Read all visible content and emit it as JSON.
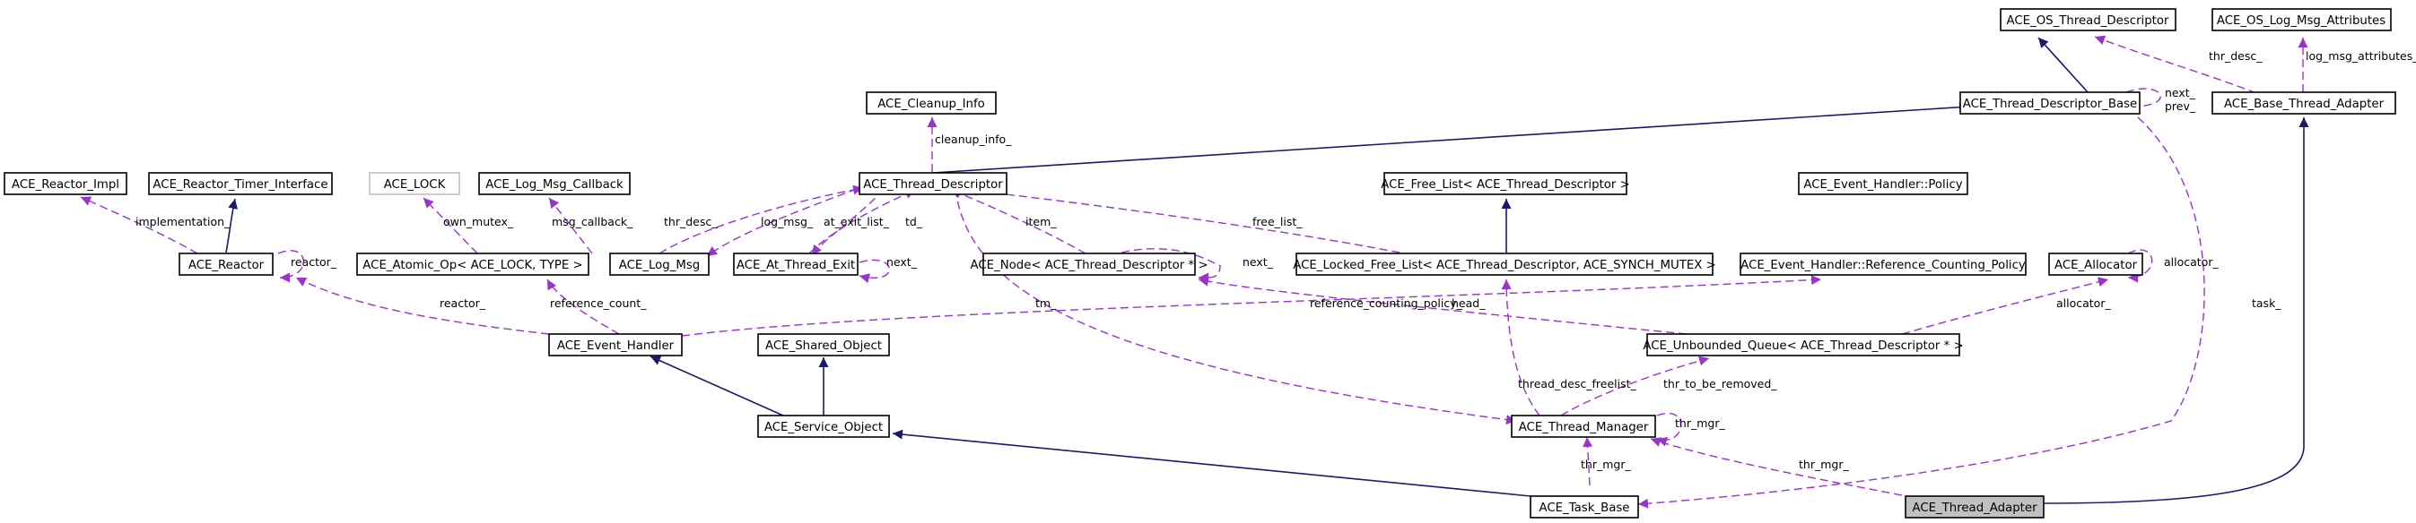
{
  "nodes": {
    "os_thread_descriptor": "ACE_OS_Thread_Descriptor",
    "os_log_msg_attributes": "ACE_OS_Log_Msg_Attributes",
    "thread_descriptor_base": "ACE_Thread_Descriptor_Base",
    "base_thread_adapter": "ACE_Base_Thread_Adapter",
    "cleanup_info": "ACE_Cleanup_Info",
    "reactor_impl": "ACE_Reactor_Impl",
    "reactor_timer_interface": "ACE_Reactor_Timer_Interface",
    "ace_lock": "ACE_LOCK",
    "log_msg_callback": "ACE_Log_Msg_Callback",
    "thread_descriptor": "ACE_Thread_Descriptor",
    "free_list": "ACE_Free_List< ACE_Thread_Descriptor >",
    "event_handler_policy": "ACE_Event_Handler::Policy",
    "reactor": "ACE_Reactor",
    "atomic_op": "ACE_Atomic_Op< ACE_LOCK, TYPE >",
    "log_msg": "ACE_Log_Msg",
    "at_thread_exit": "ACE_At_Thread_Exit",
    "node_thread_descriptor": "ACE_Node< ACE_Thread_Descriptor * >",
    "locked_free_list": "ACE_Locked_Free_List< ACE_Thread_Descriptor, ACE_SYNCH_MUTEX >",
    "reference_counting_policy": "ACE_Event_Handler::Reference_Counting_Policy",
    "allocator": "ACE_Allocator",
    "event_handler": "ACE_Event_Handler",
    "shared_object": "ACE_Shared_Object",
    "unbounded_queue": "ACE_Unbounded_Queue< ACE_Thread_Descriptor * >",
    "service_object": "ACE_Service_Object",
    "thread_manager": "ACE_Thread_Manager",
    "task_base": "ACE_Task_Base",
    "thread_adapter": "ACE_Thread_Adapter"
  },
  "edge_labels": {
    "thr_desc_top": "thr_desc_",
    "log_msg_attributes": "log_msg_attributes_",
    "next": "next_",
    "prev": "prev_",
    "cleanup_info": "cleanup_info_",
    "implementation": "implementation_",
    "reactor_self": "reactor_",
    "own_mutex": "own_mutex_",
    "msg_callback": "msg_callback_",
    "thr_desc": "thr_desc_",
    "log_msg": "log_msg_",
    "at_exit_list": "at_exit_list_",
    "td": "td_",
    "item": "item_",
    "free_list": "free_list_",
    "task": "task_",
    "next_exit": "next_",
    "next_node": "next_",
    "allocator_self": "allocator_",
    "reactor": "reactor_",
    "reference_count": "reference_count_",
    "tm": "tm_",
    "reference_counting_policy": "reference_counting_policy_",
    "head": "head_",
    "thread_desc_freelist": "thread_desc_freelist_",
    "allocator": "allocator_",
    "thr_to_be_removed": "thr_to_be_removed_",
    "thr_mgr_self": "thr_mgr_",
    "thr_mgr_task": "thr_mgr_",
    "thr_mgr_adapter": "thr_mgr_"
  },
  "colors": {
    "inheritance_edge": "#191970",
    "usage_edge": "#9a32cd",
    "highlight_fill": "#c0c0c0"
  }
}
